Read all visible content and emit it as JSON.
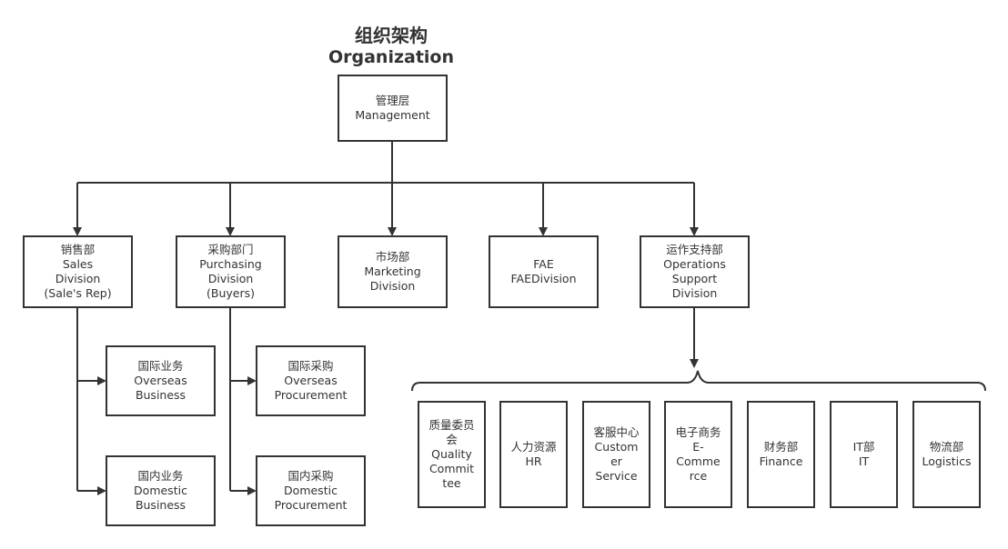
{
  "title": {
    "cn": "组织架构",
    "en": "Organization"
  },
  "colors": {
    "stroke": "#333333",
    "background": "#ffffff"
  },
  "nodes": {
    "management": [
      "管理层",
      "Management"
    ],
    "sales": [
      "销售部",
      "Sales",
      "Division",
      "(Sale's Rep)"
    ],
    "purchasing": [
      "采购部门",
      "Purchasing",
      "Division",
      "(Buyers)"
    ],
    "marketing": [
      "市场部",
      "Marketing",
      "Division"
    ],
    "fae": [
      "FAE",
      "FAEDivision"
    ],
    "operations": [
      "运作支持部",
      "Operations",
      "Support",
      "Division"
    ],
    "sales_overseas": [
      "国际业务",
      "Overseas",
      "Business"
    ],
    "sales_domestic": [
      "国内业务",
      "Domestic",
      "Business"
    ],
    "purchasing_overseas": [
      "国际采购",
      "Overseas",
      "Procurement"
    ],
    "purchasing_domestic": [
      "国内采购",
      "Domestic",
      "Procurement"
    ],
    "quality": [
      "质量委员",
      "会",
      "Quality",
      "Commit",
      "tee"
    ],
    "hr": [
      "人力资源",
      "HR"
    ],
    "customer_service": [
      "客服中心",
      "Custom",
      "er",
      "Service"
    ],
    "ecommerce": [
      "电子商务",
      "E-",
      "Comme",
      "rce"
    ],
    "finance": [
      "财务部",
      "Finance"
    ],
    "it": [
      "IT部",
      "IT"
    ],
    "logistics": [
      "物流部",
      "Logistics"
    ]
  }
}
